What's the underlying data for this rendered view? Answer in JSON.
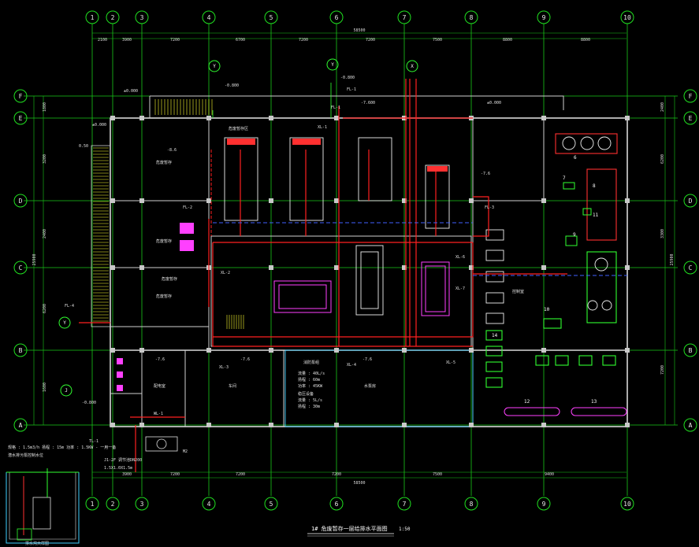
{
  "drawing": {
    "title": "1# 危废暂存一层给排水平面图",
    "scale": "1:50"
  },
  "axes": {
    "numbered": [
      "1",
      "2",
      "3",
      "4",
      "5",
      "6",
      "7",
      "8",
      "9",
      "10"
    ],
    "lettered": [
      "F",
      "E",
      "D",
      "C",
      "B",
      "A"
    ]
  },
  "dimensions": {
    "top_segments": [
      "2100",
      "3900",
      "7200",
      "6700",
      "7200",
      "7200",
      "7500",
      "8800",
      "8800"
    ],
    "top_total": "58500",
    "bottom_segments": [
      "3900",
      "7200",
      "7200",
      "7200",
      "7500",
      "9400"
    ],
    "bottom_total": "58500",
    "left_segments": [
      "1800",
      "3200",
      "2400",
      "6200",
      "1600"
    ],
    "left_total": "25900",
    "right_segments": [
      "2400",
      "6200",
      "3300",
      "7200"
    ],
    "right_total": "25900"
  },
  "pipe_tags": [
    "XL-1",
    "FL-1",
    "FL-2",
    "FL-3",
    "FL-4",
    "XL-2",
    "XL-3",
    "XL-4",
    "XL-5",
    "XL-6",
    "XL-7",
    "WL-1",
    "TL-1",
    "FL-1"
  ],
  "elevations": [
    "±0.000",
    "-0.800",
    "-7.600",
    "-8.6",
    "-7.6",
    "-7.6",
    "-7.6",
    "-7.6",
    "-0.800",
    "-0.800",
    "±0.000",
    "0.50",
    "±0.000"
  ],
  "circle_markers": [
    "Y",
    "Y",
    "X",
    "Y",
    "J"
  ],
  "equipment_numbers": [
    "6",
    "7",
    "8",
    "9",
    "10",
    "11",
    "12",
    "13",
    "14"
  ],
  "notes": {
    "tank_note": "J1-2F 调节池DN200",
    "tank_note2": "1.5X1.0X1.5m",
    "pipe_note": "规格 : 1.5m3/h 扬程 : 15m 功率 : 1.5KW - 一用一备",
    "pipe_note2": "潜水排污泵控制水位",
    "pump_note": "M2",
    "section_label": "排水沟大样图"
  },
  "room_labels": [
    "危废暂存",
    "危废暂存",
    "危废暂存",
    "危废暂存",
    "危废暂存区",
    "车间",
    "水泵房",
    "配电室",
    "控制室"
  ],
  "detail_text": [
    "消防泵组",
    "流量 : 40L/s",
    "扬程 : 60m",
    "功率 : 45KW",
    "稳压设备",
    "流量 : 5L/s",
    "扬程 : 30m"
  ]
}
